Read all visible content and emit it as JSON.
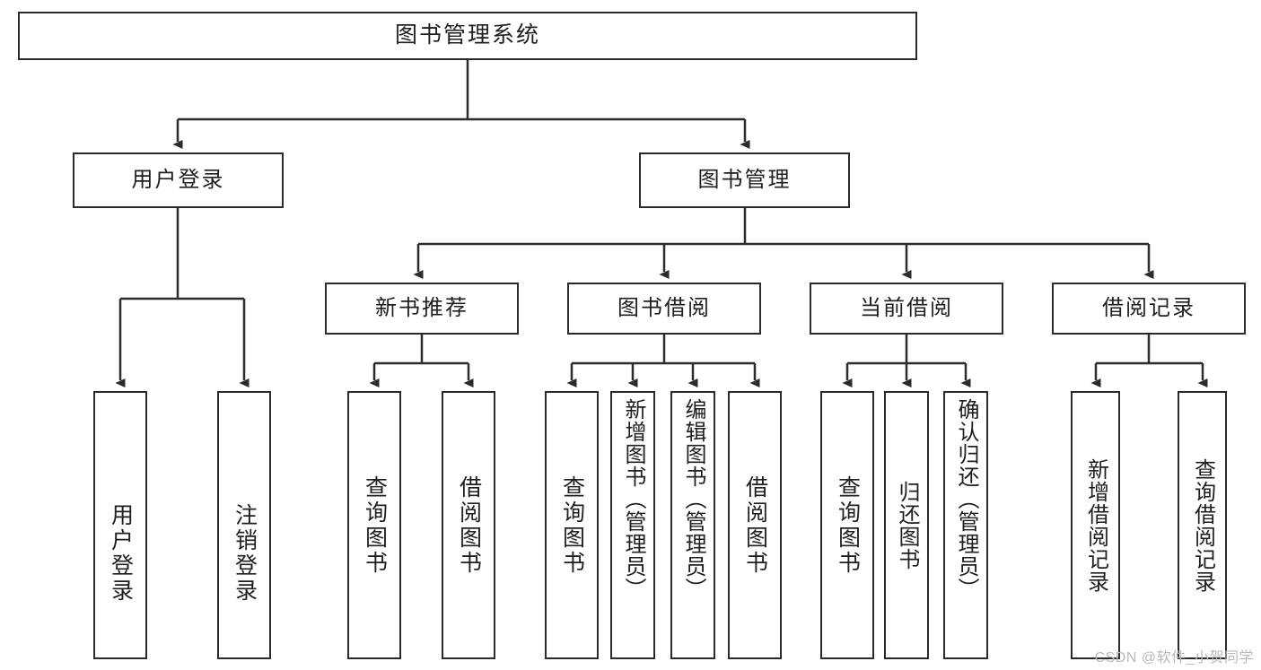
{
  "diagram": {
    "title": "图书管理系统",
    "type": "hierarchy-tree",
    "watermark": "CSDN @软件_小贺同学",
    "colors": {
      "background": "#ffffff",
      "box_border": "#2b2b2b",
      "box_fill": "#ffffff",
      "text": "#1f1f1f",
      "connector": "#2b2b2b",
      "watermark": "#b9b9b9"
    },
    "nodes": {
      "root": {
        "label": "图书管理系统"
      },
      "level2": [
        {
          "id": "user-login",
          "label": "用户登录"
        },
        {
          "id": "book-manage",
          "label": "图书管理"
        }
      ],
      "level3": [
        {
          "id": "new-book-recommend",
          "label": "新书推荐"
        },
        {
          "id": "book-borrow",
          "label": "图书借阅"
        },
        {
          "id": "current-borrow",
          "label": "当前借阅"
        },
        {
          "id": "borrow-record",
          "label": "借阅记录"
        }
      ],
      "leaves": {
        "user-login": [
          {
            "id": "leaf-user-login",
            "label": "用户登录"
          },
          {
            "id": "leaf-user-logout",
            "label": "注销登录"
          }
        ],
        "new-book-recommend": [
          {
            "id": "leaf-query-book-1",
            "label": "查询图书"
          },
          {
            "id": "leaf-borrow-book-1",
            "label": "借阅图书"
          }
        ],
        "book-borrow": [
          {
            "id": "leaf-query-book-2",
            "label": "查询图书"
          },
          {
            "id": "leaf-add-book",
            "label": "新增图书（管理员）"
          },
          {
            "id": "leaf-edit-book",
            "label": "编辑图书（管理员）"
          },
          {
            "id": "leaf-borrow-book-2",
            "label": "借阅图书"
          }
        ],
        "current-borrow": [
          {
            "id": "leaf-query-book-3",
            "label": "查询图书"
          },
          {
            "id": "leaf-return-book",
            "label": "归还图书"
          },
          {
            "id": "leaf-confirm-return",
            "label": "确认归还（管理员）"
          }
        ],
        "borrow-record": [
          {
            "id": "leaf-add-record",
            "label": "新增借阅记录"
          },
          {
            "id": "leaf-query-record",
            "label": "查询借阅记录"
          }
        ]
      }
    }
  }
}
